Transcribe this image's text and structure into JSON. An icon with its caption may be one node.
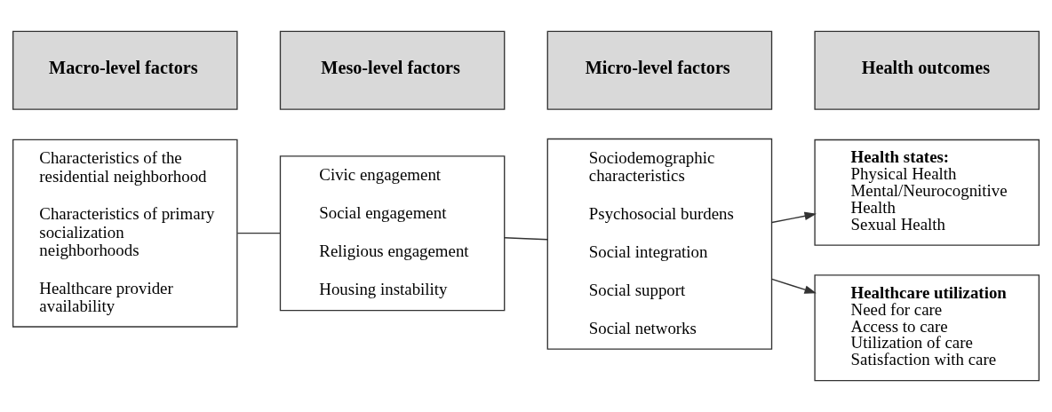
{
  "diagram": {
    "nodes": [
      {
        "text": [
          "Macro-level factors"
        ]
      },
      {
        "text": [
          "Meso-level factors"
        ]
      },
      {
        "text": [
          "Micro-level factors"
        ]
      },
      {
        "text": [
          "Health outcomes"
        ]
      },
      {
        "text": [
          "Characteristics of the residential neighborhood",
          "Characteristics of primary socialization neighborhoods",
          "Healthcare provider availability"
        ]
      },
      {
        "text": [
          "Civic engagement",
          "Social engagement",
          "Religious engagement",
          "Housing instability"
        ]
      },
      {
        "text": [
          "Sociodemographic characteristics",
          "Psychosocial burdens",
          "Social integration",
          "Social support",
          "Social networks"
        ]
      },
      {
        "text": [
          "Health states:",
          "Physical Health",
          "Mental/Neurocognitive Health",
          "Sexual Health"
        ]
      },
      {
        "text": [
          "Healthcare utilization",
          "Need for care",
          "Access to care",
          "Utilization of care",
          "Satisfaction with care"
        ]
      }
    ],
    "edges": [
      {
        "from": 4,
        "to": 5,
        "arrow": "none"
      },
      {
        "from": 5,
        "to": 6,
        "arrow": "none"
      },
      {
        "from": 6,
        "to": 7,
        "arrow": "to"
      },
      {
        "from": 6,
        "to": 8,
        "arrow": "to"
      }
    ]
  }
}
